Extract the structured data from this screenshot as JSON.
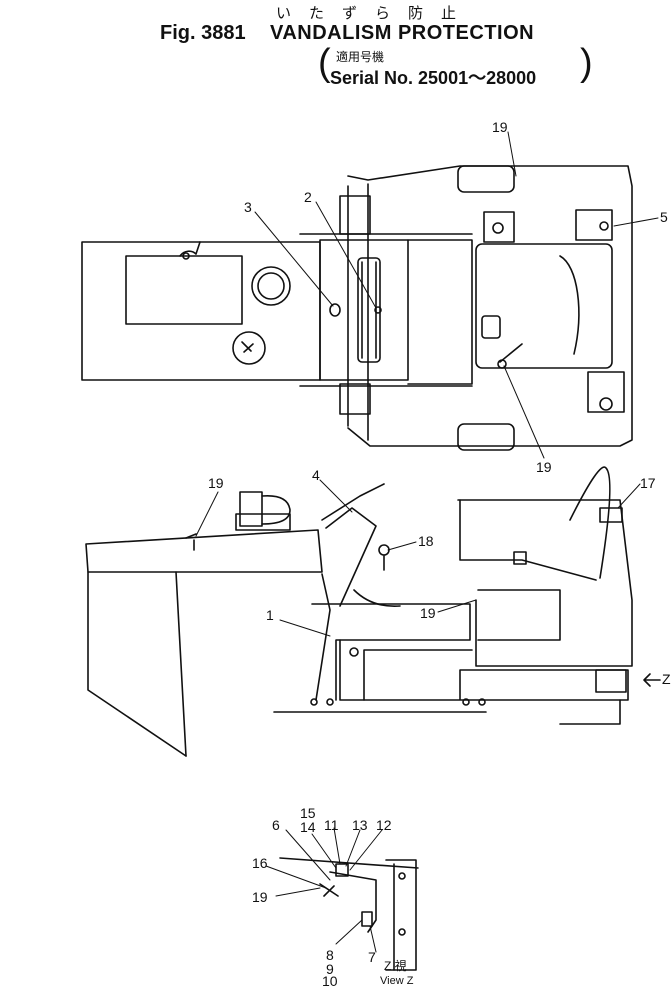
{
  "header": {
    "jp_title": "いたずら防止",
    "fig_label": "Fig. 3881",
    "title": "VANDALISM PROTECTION",
    "jp_serial": "適用号機",
    "serial": "Serial No. 25001～28000"
  },
  "callouts": {
    "c1": "1",
    "c2": "2",
    "c3": "3",
    "c4": "4",
    "c5": "5",
    "c6": "6",
    "c7": "7",
    "c8": "8",
    "c9": "9",
    "c10": "10",
    "c11": "11",
    "c12": "12",
    "c13": "13",
    "c14": "14",
    "c15": "15",
    "c16": "16",
    "c17": "17",
    "c18": "18",
    "c19": "19"
  },
  "view": {
    "z_marker": "Z",
    "z_caption": "Z 視",
    "z_caption_en": "View Z"
  }
}
